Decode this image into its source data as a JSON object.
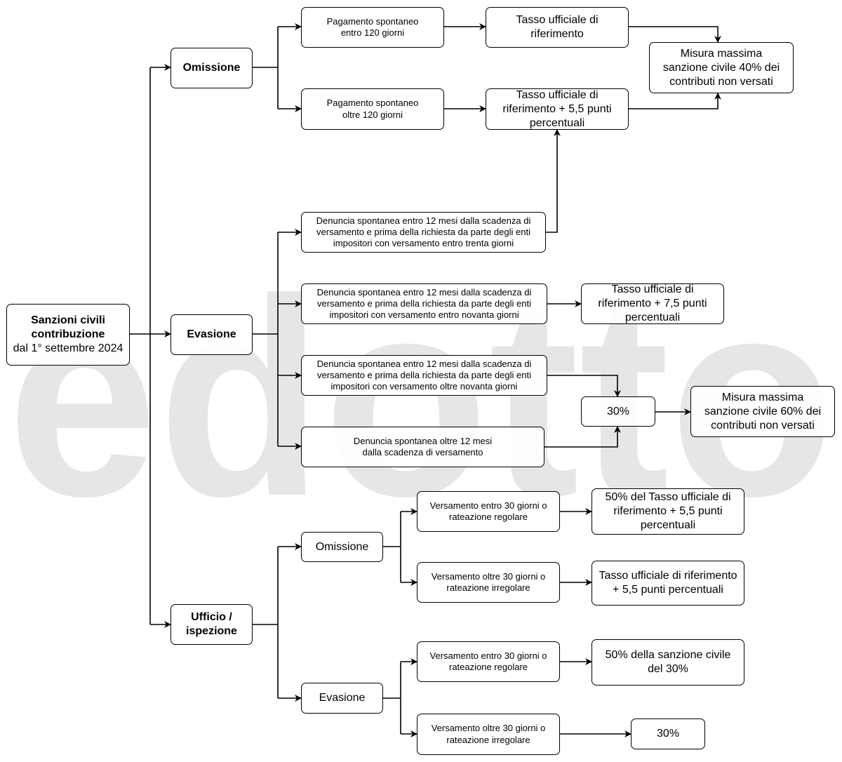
{
  "watermark": {
    "text": "edotto",
    "color": "#e6e6e6"
  },
  "colors": {
    "line": "#000000",
    "box_fill": "#ffffff"
  },
  "root": {
    "label": "Sanzioni civili\ncontribuzione",
    "sublabel": "dal 1° settembre 2024"
  },
  "omissione": {
    "label": "Omissione",
    "entro120": "Pagamento spontaneo\nentro 120 giorni",
    "oltre120": "Pagamento spontaneo\noltre 120 giorni",
    "tasso_rif": "Tasso ufficiale di\nriferimento",
    "tasso_55": "Tasso ufficiale di\nriferimento + 5,5 punti\npercentuali",
    "max40": "Misura massima\nsanzione civile 40% dei\ncontributi non versati"
  },
  "evasione": {
    "label": "Evasione",
    "den30": "Denuncia spontanea entro 12 mesi dalla scadenza di\nversamento e prima della richiesta da parte degli enti\nimpositori con versamento entro trenta giorni",
    "den90": "Denuncia spontanea entro 12 mesi dalla scadenza di\nversamento e prima della richiesta da parte degli enti\nimpositori con versamento entro novanta giorni",
    "denoltre90": "Denuncia spontanea entro 12 mesi dalla scadenza di\nversamento e prima della richiesta da parte degli enti\nimpositori con versamento oltre novanta giorni",
    "denoltre12": "Denuncia spontanea oltre 12 mesi\ndalla scadenza di versamento",
    "tasso_75": "Tasso ufficiale di\nriferimento + 7,5 punti\npercentuali",
    "trenta": "30%",
    "max60": "Misura massima\nsanzione civile 60% dei\ncontributi non versati"
  },
  "ufficio": {
    "label": "Ufficio /\nispezione",
    "omissione": {
      "label": "Omissione",
      "entro30": "Versamento entro 30 giorni o\nrateazione regolare",
      "oltre30": "Versamento oltre 30 giorni o\nrateazione irregolare",
      "r_entro": "50% del Tasso ufficiale di\nriferimento + 5,5 punti\npercentuali",
      "r_oltre": "Tasso ufficiale di riferimento\n+ 5,5 punti percentuali"
    },
    "evasione": {
      "label": "Evasione",
      "entro30": "Versamento entro 30 giorni o\nrateazione regolare",
      "oltre30": "Versamento oltre 30 giorni o\nrateazione irregolare",
      "r_entro": "50% della sanzione civile\ndel 30%",
      "r_oltre": "30%"
    }
  }
}
